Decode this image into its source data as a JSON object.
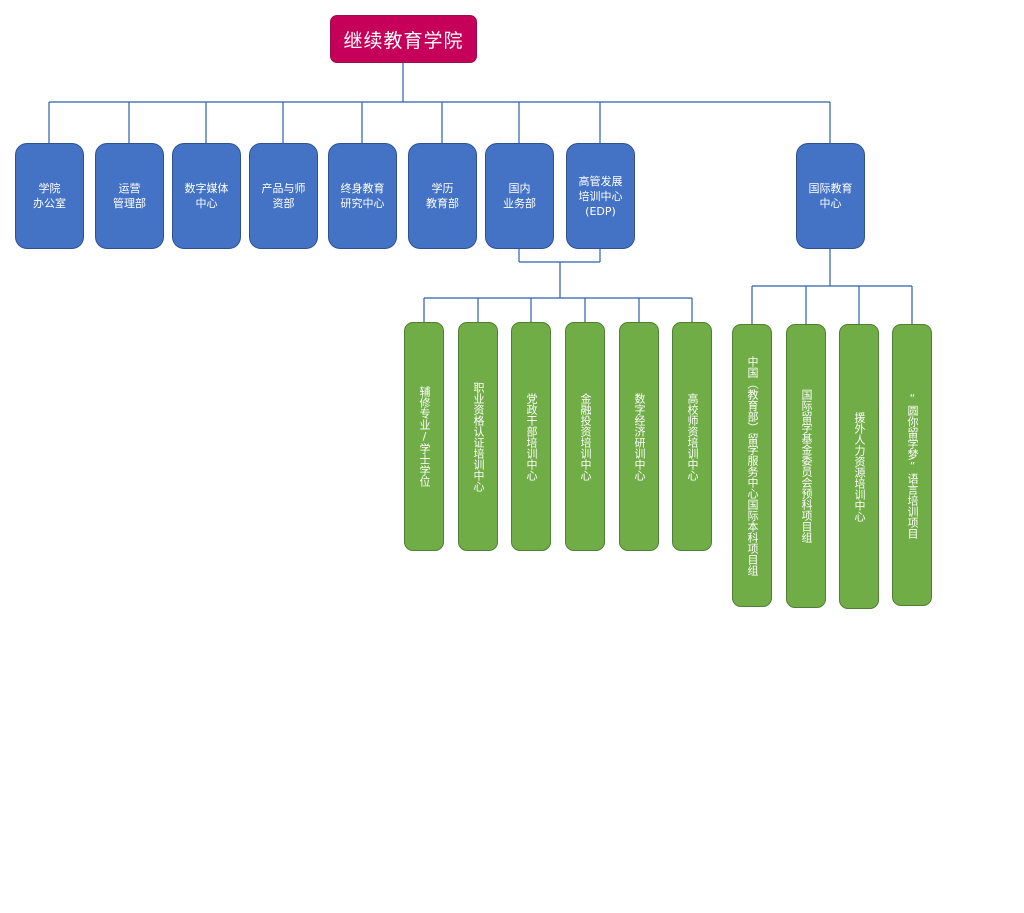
{
  "root": {
    "label": "继续教育学院",
    "color": "#c6005a"
  },
  "departments": [
    {
      "label": "学院\n办公室"
    },
    {
      "label": "运营\n管理部"
    },
    {
      "label": "数字媒体\n中心"
    },
    {
      "label": "产品与师\n资部"
    },
    {
      "label": "终身教育\n研究中心"
    },
    {
      "label": "学历\n教育部"
    },
    {
      "label": "国内\n业务部"
    },
    {
      "label": "高管发展\n培训中心\n(EDP)"
    },
    {
      "label": "国际教育\n中心"
    }
  ],
  "domestic_units": [
    {
      "label": "辅修专业/学士学位"
    },
    {
      "label": "职业资格认证培训中心"
    },
    {
      "label": "党政干部培训中心"
    },
    {
      "label": "金融投资培训中心"
    },
    {
      "label": "数字经济研训中心"
    },
    {
      "label": "高校师资培训中心"
    }
  ],
  "international_units": [
    {
      "label": "中国（教育部）留学服务中心国际本科项目组"
    },
    {
      "label": "国际留学基金委员会预科项目组"
    },
    {
      "label": "援外人力资源培训中心"
    },
    {
      "label": "“圆你留学梦”语言培训项目"
    }
  ],
  "colors": {
    "department": "#4472c4",
    "unit": "#70ad47",
    "connector": "#2f5fa8"
  }
}
